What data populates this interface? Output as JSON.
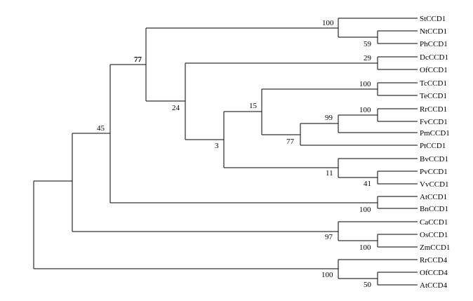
{
  "tree": {
    "leaves": [
      "StCCD1",
      "NtCCD1",
      "PhCCD1",
      "DcCCD1",
      "OfCCD1",
      "TcCCD1",
      "TeCCD1",
      "RrCCD1",
      "FvCCD1",
      "PmCCD1",
      "PtCCD1",
      "BvCCD1",
      "PvCCD1",
      "VvCCD1",
      "AtCCD1",
      "BnCCD1",
      "CaCCD1",
      "OsCCD1",
      "ZmCCD1",
      "RrCCD4",
      "OfCCD4",
      "AtCCD4"
    ],
    "support": {
      "st_nt_ph": "100",
      "nt_ph": "59",
      "dc_of": "29",
      "tc_te": "100",
      "rr_fv": "100",
      "rrfv_pm": "99",
      "rrfvpm_pt": "77",
      "tc_rosaceae": "15",
      "pv_vv": "41",
      "bv_pv_vv": "11",
      "core": "3",
      "dc_core": "24",
      "solanaceae_rest": "77",
      "at_bn": "100",
      "dicots": "45",
      "os_zm": "100",
      "ca_os_zm": "97",
      "ccd4": "100",
      "of_at_ccd4": "50"
    }
  }
}
